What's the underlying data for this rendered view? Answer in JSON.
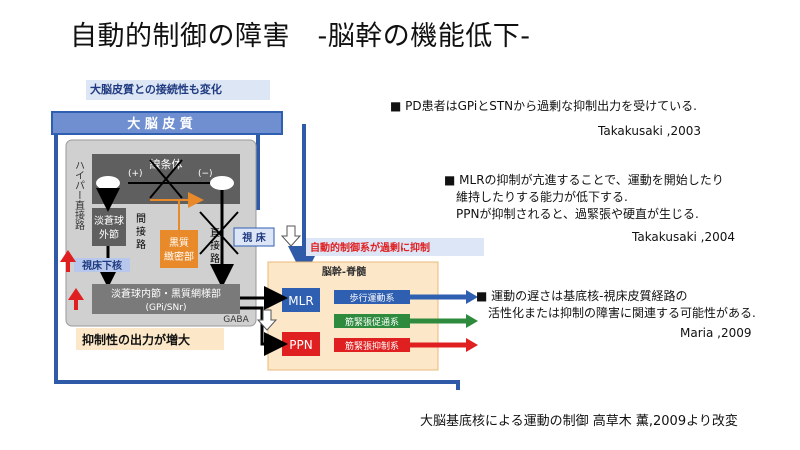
{
  "title": "自動的制御の障害　-脳幹の機能低下-",
  "top_label": "大脳皮質との接続性も変化",
  "diagram": {
    "cortex": "大 脳 皮 質",
    "basal_ganglia": "線条体",
    "plus": "(+)",
    "minus": "(−)",
    "gpe": [
      "淡蒼球",
      "外節"
    ],
    "indirect": [
      "間",
      "接",
      "路"
    ],
    "direct": [
      "直",
      "接",
      "路"
    ],
    "hyperdirect": "ハイパー直接路",
    "subthalamic": "視床下核",
    "snc": [
      "黒質",
      "緻密部"
    ],
    "thalamus": "視 床",
    "gpi": [
      "淡蒼球内節・黒質網様部",
      "(GPi/SNr)"
    ],
    "gaba": "GABA",
    "brainstem": "脳幹-脊髄",
    "mlr": "MLR",
    "ppn": "PPN",
    "locomotion": "歩行運動系",
    "tone_facil": "筋緊張促通系",
    "tone_inhib": "筋緊張抑制系",
    "auto_label": "自動的制御系が過剰に抑制",
    "inhib_label": "抑制性の出力が増大"
  },
  "notes": [
    {
      "lines": [
        "■ PD患者はGPiとSTNから過剰な抑制出力を受けている."
      ],
      "cite": "Takakusaki ,2003"
    },
    {
      "lines": [
        "■ MLRの抑制が亢進することで、運動を開始したり",
        "維持したりする能力が低下する.",
        "PPNが抑制されると、過緊張や硬直が生じる."
      ],
      "cite": "Takakusaki ,2004"
    },
    {
      "lines": [
        "■ 運動の遅さは基底核-視床皮質経路の",
        "活性化または抑制の障害に関連する可能性がある."
      ],
      "cite": "Maria ,2009"
    }
  ],
  "source": "大脳基底核による運動の制御 高草木 薫,2009より改変",
  "colors": {
    "blue": "#2f5fb0",
    "arrow_blue": "#2e5aa8",
    "red": "#e02020",
    "green": "#2e8b3e",
    "orange": "#e88a2a"
  }
}
